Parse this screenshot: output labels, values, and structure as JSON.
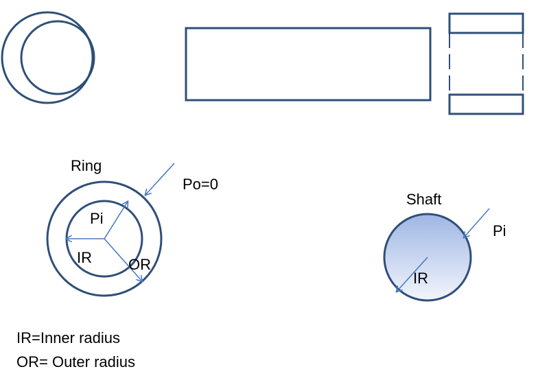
{
  "colors": {
    "outline": "#2f4f78",
    "arrow": "#4a7cc0",
    "shaft_fill_top": "#9fb6e3",
    "shaft_fill_bottom": "#f2f5fc",
    "text": "#000000"
  },
  "labels": {
    "ring": "Ring",
    "po": "Po=0",
    "pi_ring": "Pi",
    "ir_ring": "IR",
    "or_ring": "OR",
    "shaft": "Shaft",
    "pi_shaft": "Pi",
    "ir_shaft": "IR"
  },
  "legend": {
    "ir": "IR=Inner radius",
    "or": "OR= Outer radius"
  }
}
